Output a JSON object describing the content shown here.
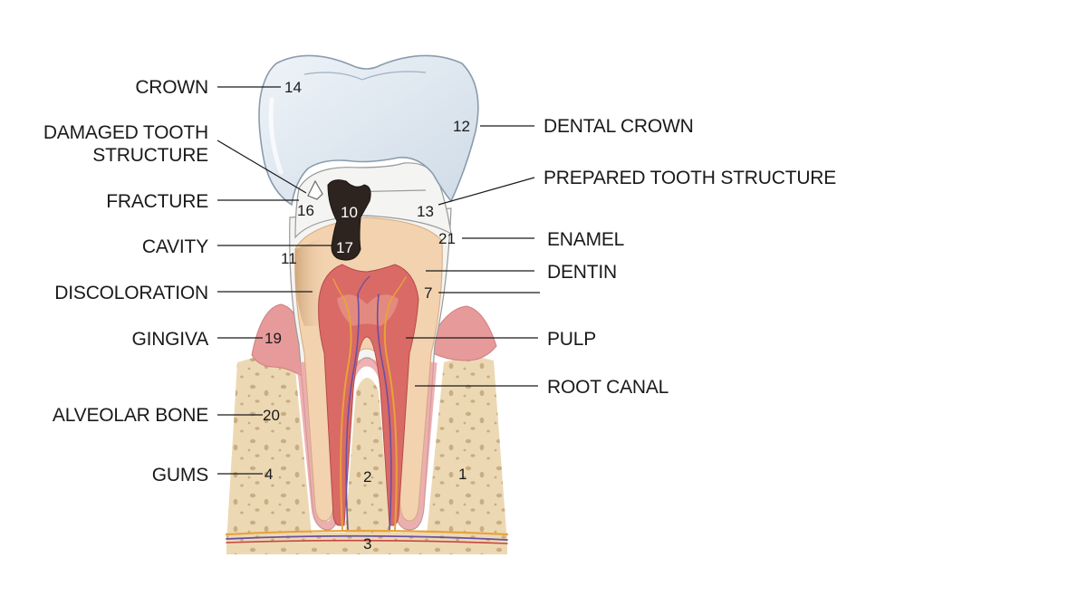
{
  "labels": {
    "crown": "CROWN",
    "damaged_1": "DAMAGED TOOTH",
    "damaged_2": "STRUCTURE",
    "fracture": "FRACTURE",
    "cavity": "CAVITY",
    "discoloration": "DISCOLORATION",
    "gingiva": "GINGIVA",
    "alveolar_bone": "ALVEOLAR BONE",
    "gums": "GUMS",
    "dental_crown": "DENTAL CROWN",
    "prepared": "PREPARED TOOTH STRUCTURE",
    "enamel": "ENAMEL",
    "dentin": "DENTIN",
    "pulp": "PULP",
    "root_canal": "ROOT CANAL"
  },
  "numbers": {
    "n14": "14",
    "n12": "12",
    "n16": "16",
    "n10": "10",
    "n13": "13",
    "n21": "21",
    "n17": "17",
    "n11": "11",
    "n7": "7",
    "n19": "19",
    "n20": "20",
    "n4": "4",
    "n2": "2",
    "n1": "1",
    "n3": "3"
  },
  "colors": {
    "crown_fill": "#dde7f0",
    "crown_stroke": "#8a9cad",
    "enamel": "#f4f4f2",
    "dentin": "#f3d2b0",
    "pulp": "#d96a66",
    "cavity": "#2e241f",
    "gum": "#e79a9a",
    "bone": "#ecd9b4",
    "nerve": "#e8a23a"
  }
}
